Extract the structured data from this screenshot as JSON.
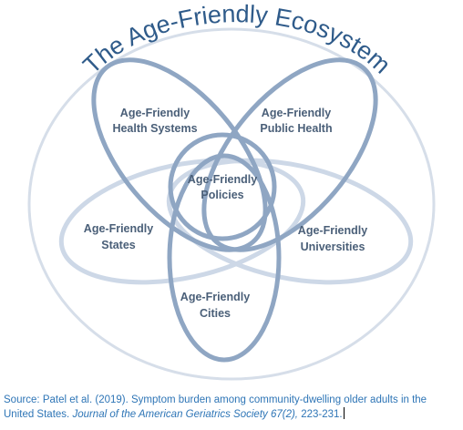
{
  "title": "The Age-Friendly Ecosystem",
  "center": {
    "line1": "Age-Friendly",
    "line2": "Policies"
  },
  "petals": [
    {
      "line1": "Age-Friendly",
      "line2": "Health Systems"
    },
    {
      "line1": "Age-Friendly",
      "line2": "Public Health"
    },
    {
      "line1": "Age-Friendly",
      "line2": "States"
    },
    {
      "line1": "Age-Friendly",
      "line2": "Universities"
    },
    {
      "line1": "Age-Friendly",
      "line2": "Cities"
    }
  ],
  "source": {
    "prefix": "Source:  Patel et al. (2019).  Symptom burden among community-dwelling older adults in the United States.  ",
    "journal": "Journal of the American Geriatrics Society 67(2),",
    "pages": " 223-231."
  },
  "colors": {
    "title": "#2f5b8a",
    "label": "#4a5f78",
    "outline": "#d6dee9",
    "petal_dark": "#8fa6c3",
    "petal_light": "#cdd8e7",
    "source": "#2e75b6"
  }
}
